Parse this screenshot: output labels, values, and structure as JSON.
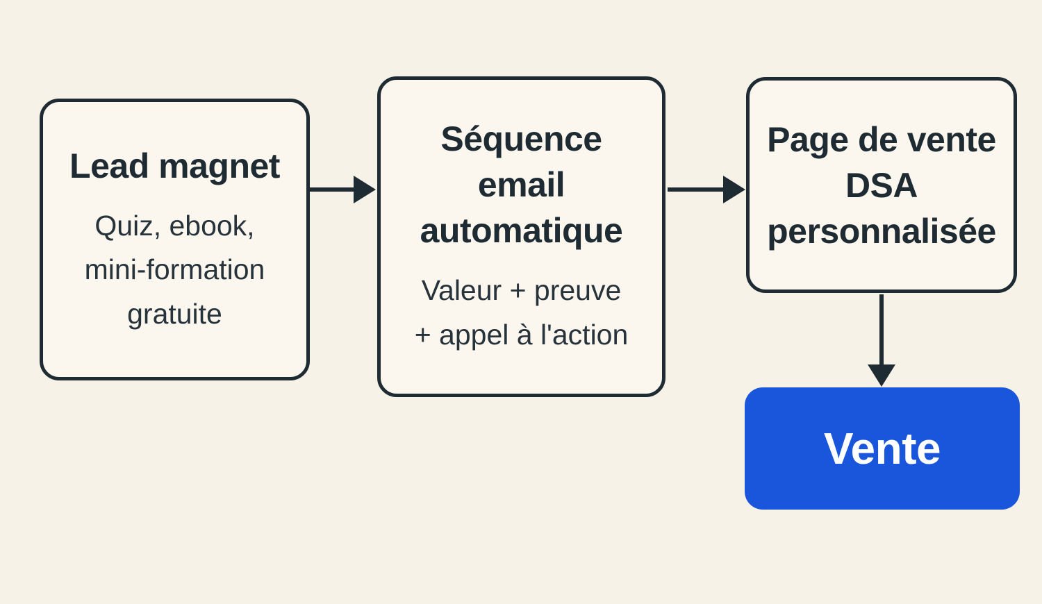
{
  "diagram": {
    "background_color": "#F7F2E8",
    "ink_color": "#1F2B33",
    "node_fill_color": "#FBF6EE",
    "accent_color": "#1A56DB",
    "accent_text_color": "#FFFFFF",
    "nodes": {
      "lead_magnet": {
        "title": "Lead magnet",
        "subtitle": "Quiz, ebook,\nmini-formation\ngratuite"
      },
      "email_sequence": {
        "title": "Séquence\nemail\nautomatique",
        "subtitle": "Valeur + preuve\n+ appel à l'action"
      },
      "sales_page": {
        "title": "Page de vente\nDSA\npersonnalisée"
      },
      "sale": {
        "label": "Vente"
      }
    },
    "connections": [
      {
        "from": "lead_magnet",
        "to": "email_sequence",
        "direction": "right"
      },
      {
        "from": "email_sequence",
        "to": "sales_page",
        "direction": "right"
      },
      {
        "from": "sales_page",
        "to": "sale",
        "direction": "down"
      }
    ]
  }
}
